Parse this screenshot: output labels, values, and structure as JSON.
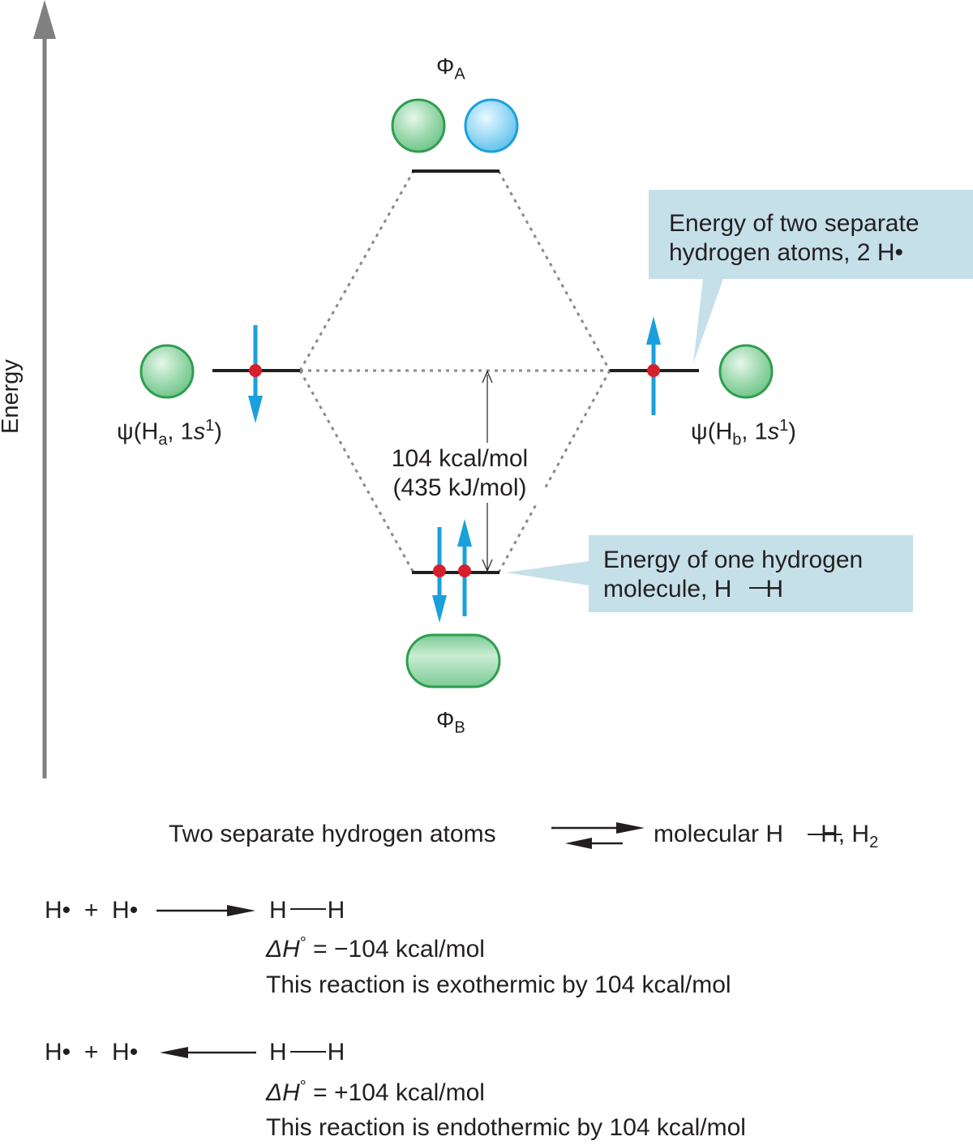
{
  "axis": {
    "label": "Energy"
  },
  "orbitals": {
    "antibonding": {
      "symbol": "Φ",
      "subscript": "A"
    },
    "bonding": {
      "symbol": "Φ",
      "subscript": "B"
    },
    "left_atom": {
      "psi": "ψ",
      "open": "(H",
      "sub": "a",
      "mid": ", 1",
      "s": "s",
      "sup": "1",
      "close": ")"
    },
    "right_atom": {
      "psi": "ψ",
      "open": "(H",
      "sub": "b",
      "mid": ", 1",
      "s": "s",
      "sup": "1",
      "close": ")"
    }
  },
  "energy_gap": {
    "line1": "104 kcal/mol",
    "line2": "(435 kJ/mol)"
  },
  "callouts": {
    "separate_atoms": {
      "line1": "Energy of two separate",
      "line2": "hydrogen atoms, 2 H•"
    },
    "molecule": {
      "line1": "Energy of one hydrogen",
      "line2_a": "molecule, H",
      "line2_b": "H"
    }
  },
  "equilibrium": {
    "left": "Two separate hydrogen atoms",
    "right_a": "molecular H",
    "right_b": "H, H",
    "right_sub": "2"
  },
  "reaction_forward": {
    "reactant1": "H•",
    "plus": "+",
    "reactant2": "H•",
    "product_a": "H",
    "product_b": "H",
    "delta_h_sym": "ΔH",
    "delta_h_val": "= −104 kcal/mol",
    "note": "This reaction is exothermic by 104 kcal/mol"
  },
  "reaction_reverse": {
    "reactant1": "H•",
    "plus": "+",
    "reactant2": "H•",
    "product_a": "H",
    "product_b": "H",
    "delta_h_sym": "ΔH",
    "delta_h_val": "= +104 kcal/mol",
    "note": "This reaction is endothermic by 104 kcal/mol"
  },
  "colors": {
    "green_orbital": "#8fd3a3",
    "green_stroke": "#2e9e4f",
    "blue_orbital": "#7fcff3",
    "blue_stroke": "#1aa0dc",
    "spin_arrow": "#1aa0dc",
    "electron": "#d71f2d",
    "callout_bg": "#c6e0ea",
    "axis": "#808080"
  }
}
